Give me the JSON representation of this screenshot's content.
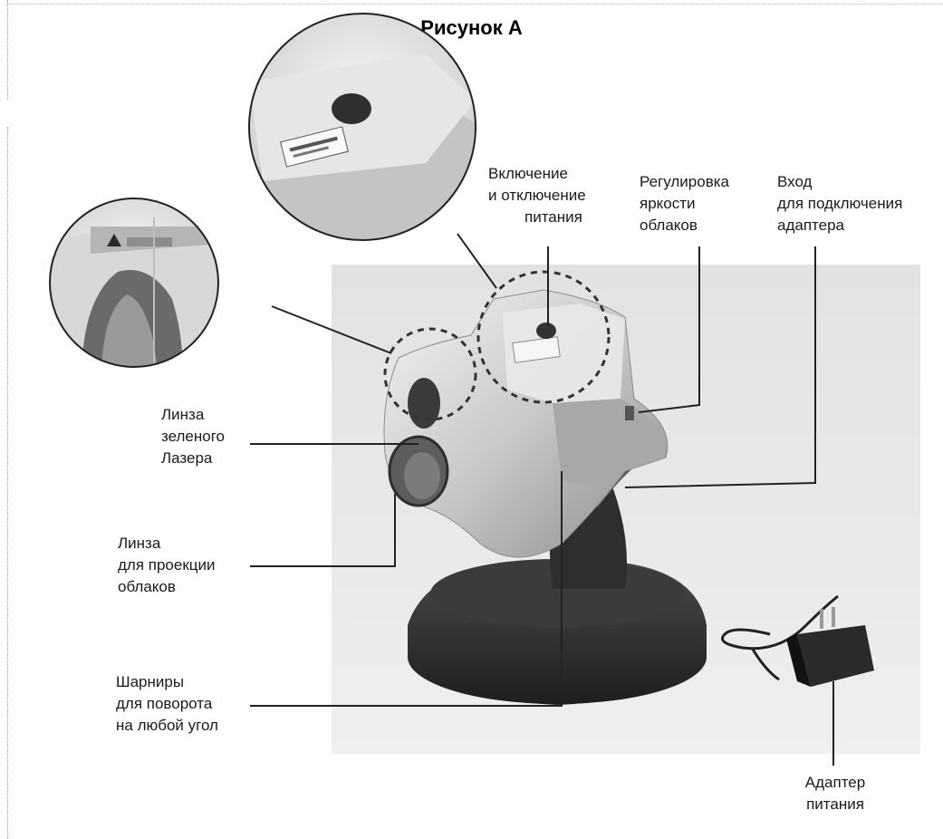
{
  "title": "Рисунок А",
  "labels": {
    "power": [
      "Включение",
      "и отключение",
      "питания"
    ],
    "brightness": [
      "Регулировка",
      "яркости",
      "облаков"
    ],
    "adapter_input": [
      "Вход",
      "для подключения",
      "адаптера"
    ],
    "laser_lens": [
      "Линза",
      "зеленого",
      "Лазера"
    ],
    "cloud_lens": [
      "Линза",
      "для проекции",
      "облаков"
    ],
    "hinges": [
      "Шарниры",
      "для поворота",
      "на любой угол"
    ],
    "power_adapter": [
      "Адаптер",
      "питания"
    ]
  }
}
